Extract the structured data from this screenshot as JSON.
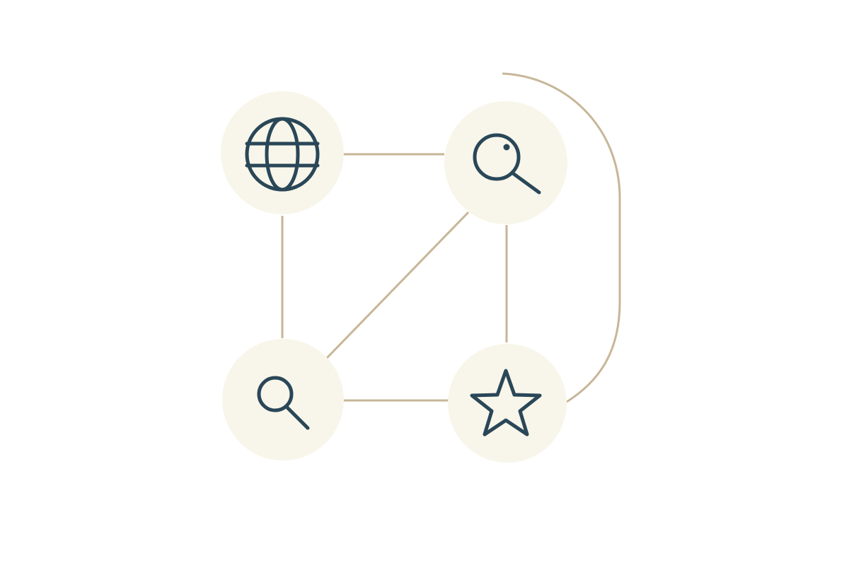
{
  "colors": {
    "background": "#ffffff",
    "node_fill": "#f8f6ea",
    "edge": "#c7b697",
    "icon": "#2a4758"
  },
  "nodes": [
    {
      "id": "top-left",
      "icon": "globe-icon"
    },
    {
      "id": "top-right",
      "icon": "magnifier-icon"
    },
    {
      "id": "bottom-left",
      "icon": "search-icon"
    },
    {
      "id": "bottom-right",
      "icon": "star-icon"
    }
  ],
  "edges": [
    {
      "from": "top-left",
      "to": "top-right"
    },
    {
      "from": "top-left",
      "to": "bottom-left"
    },
    {
      "from": "top-right",
      "to": "bottom-right"
    },
    {
      "from": "bottom-left",
      "to": "bottom-right"
    },
    {
      "from": "bottom-left",
      "to": "top-right"
    },
    {
      "from": "bottom-right",
      "to": "top-right",
      "style": "external-curve"
    }
  ]
}
